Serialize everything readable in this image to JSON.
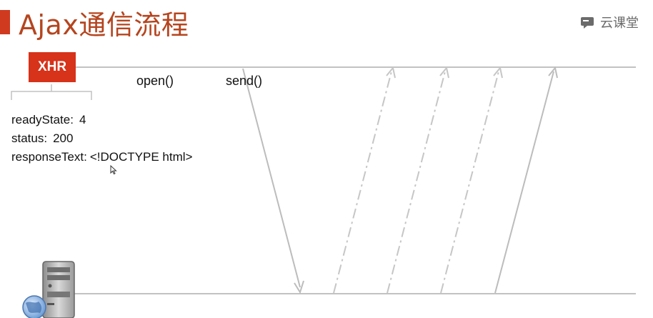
{
  "header": {
    "title": "Ajax通信流程",
    "brand": "云课堂",
    "brand_icon": "cloud-classroom-icon",
    "accent_color": "#d03a1f"
  },
  "diagram": {
    "xhr_label": "XHR",
    "open_label": "open()",
    "send_label": "send()",
    "state": {
      "readyState_label": "readyState:",
      "readyState_value": "4",
      "status_label": "status:",
      "status_value": "200",
      "responseText_label": "responseText:",
      "responseText_value": "<!DOCTYPE html>"
    },
    "server_icon": "web-server-icon",
    "line_color": "#c2c2c2"
  }
}
